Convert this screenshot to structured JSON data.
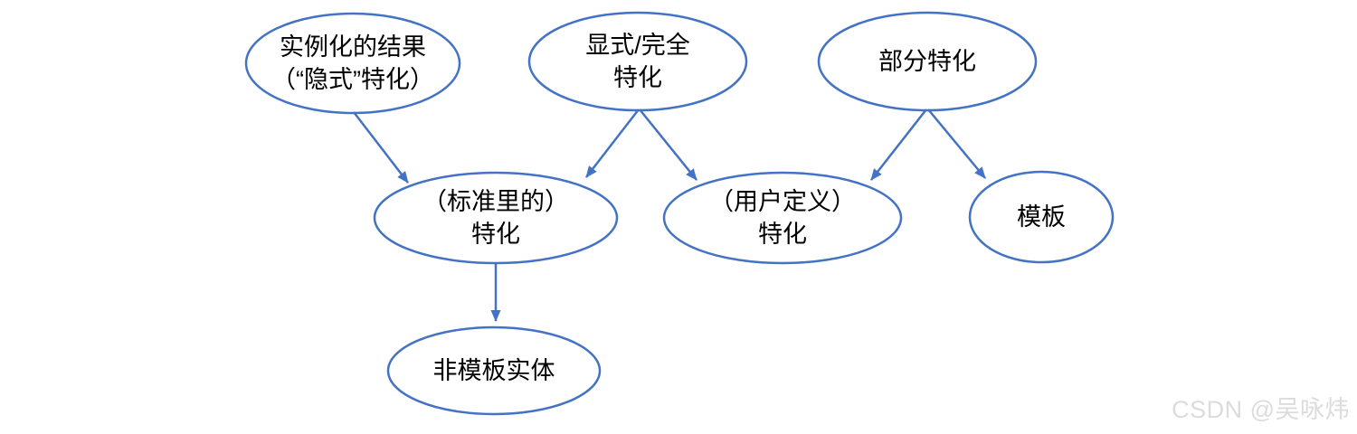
{
  "diagram": {
    "type": "flow-diagram",
    "nodes": {
      "instantiation_result": {
        "lines": [
          "实例化的结果",
          "（“隐式”特化）"
        ]
      },
      "explicit_full_specialization": {
        "lines": [
          "显式/完全",
          "特化"
        ]
      },
      "partial_specialization": {
        "lines": [
          "部分特化"
        ]
      },
      "standard_specialization": {
        "lines": [
          "（标准里的）",
          "特化"
        ]
      },
      "user_defined_specialization": {
        "lines": [
          "（用户定义）",
          "特化"
        ]
      },
      "template": {
        "lines": [
          "模板"
        ]
      },
      "non_template_entity": {
        "lines": [
          "非模板实体"
        ]
      }
    },
    "edges": [
      {
        "from": "instantiation_result",
        "to": "standard_specialization"
      },
      {
        "from": "explicit_full_specialization",
        "to": "standard_specialization"
      },
      {
        "from": "explicit_full_specialization",
        "to": "user_defined_specialization"
      },
      {
        "from": "partial_specialization",
        "to": "user_defined_specialization"
      },
      {
        "from": "partial_specialization",
        "to": "template"
      },
      {
        "from": "standard_specialization",
        "to": "non_template_entity"
      }
    ]
  },
  "colors": {
    "shape_stroke": "#4472C4",
    "arrow": "#4472C4",
    "text": "#000000",
    "watermark": "#DCDCDC",
    "background": "#FFFFFF"
  },
  "watermark": {
    "text": "CSDN @吴咏炜"
  }
}
